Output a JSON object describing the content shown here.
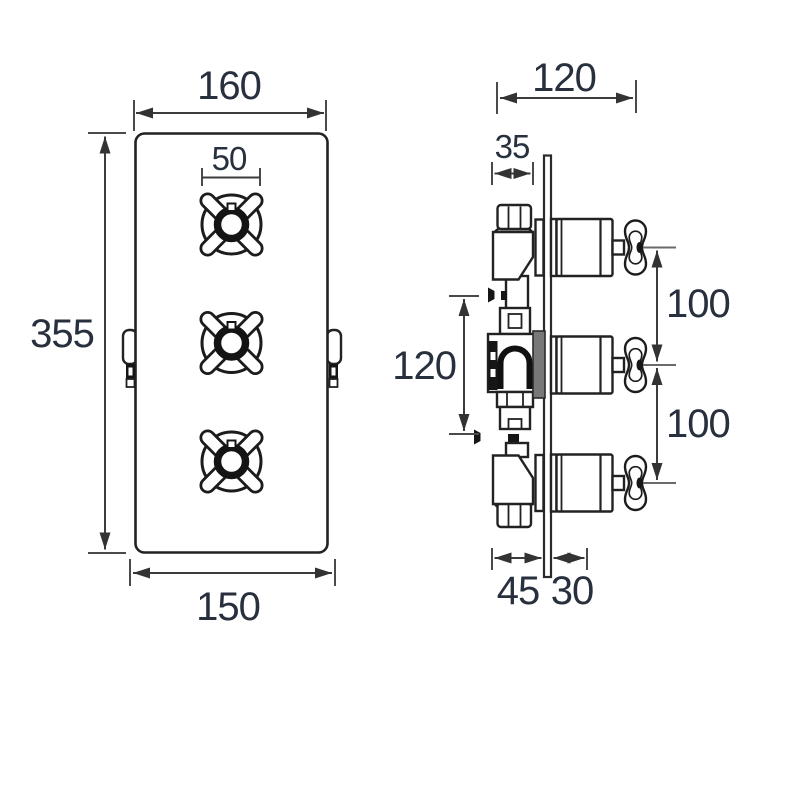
{
  "drawing": {
    "background": "#ffffff",
    "line_color": "#222222",
    "dim_line_color": "#3c3c3c",
    "text_color": "#28303e",
    "front_view": {
      "handle_count": 3,
      "dim_width_top": "160",
      "dim_handle_pitch": "50",
      "dim_height": "355",
      "dim_width_bottom": "150"
    },
    "side_view": {
      "dim_depth_overall": "120",
      "dim_depth_rear_min": "35",
      "dim_body_height": "120",
      "dim_handle_spacing_upper": "100",
      "dim_handle_spacing_lower": "100",
      "dim_recess_depth": "45",
      "dim_projection": "30"
    }
  }
}
